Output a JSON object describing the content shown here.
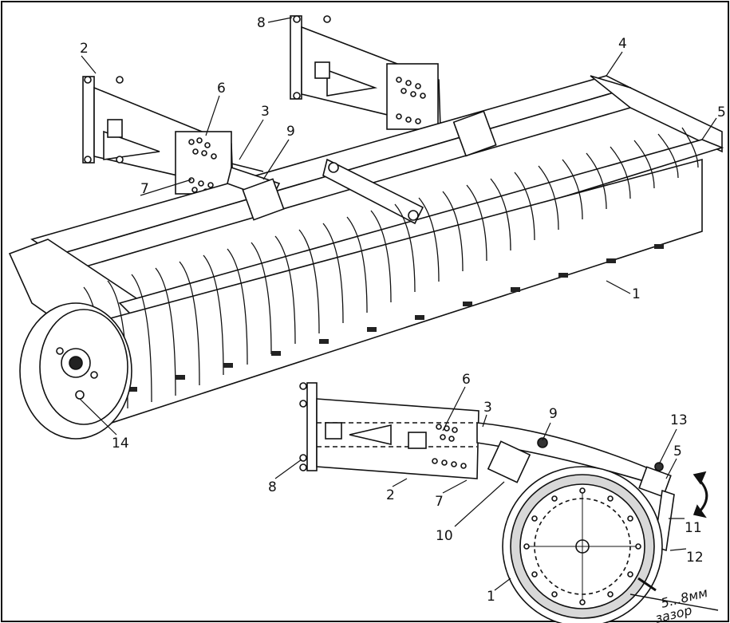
{
  "figure": {
    "callouts": [
      {
        "id": "c-2-top",
        "text": "2"
      },
      {
        "id": "c-8-top",
        "text": "8"
      },
      {
        "id": "c-4",
        "text": "4"
      },
      {
        "id": "c-6-top",
        "text": "6"
      },
      {
        "id": "c-3-top",
        "text": "3"
      },
      {
        "id": "c-9-top",
        "text": "9"
      },
      {
        "id": "c-5-top",
        "text": "5"
      },
      {
        "id": "c-7-top",
        "text": "7"
      },
      {
        "id": "c-1-top",
        "text": "1"
      },
      {
        "id": "c-14",
        "text": "14"
      },
      {
        "id": "c-6-bot",
        "text": "6"
      },
      {
        "id": "c-3-bot",
        "text": "3"
      },
      {
        "id": "c-9-bot",
        "text": "9"
      },
      {
        "id": "c-13",
        "text": "13"
      },
      {
        "id": "c-5-bot",
        "text": "5"
      },
      {
        "id": "c-8-bot",
        "text": "8"
      },
      {
        "id": "c-2-bot",
        "text": "2"
      },
      {
        "id": "c-7-bot",
        "text": "7"
      },
      {
        "id": "c-10",
        "text": "10"
      },
      {
        "id": "c-11",
        "text": "11"
      },
      {
        "id": "c-12",
        "text": "12"
      },
      {
        "id": "c-1-bot",
        "text": "1"
      }
    ],
    "gap_value": "5...8мм",
    "gap_word": "зазор"
  }
}
